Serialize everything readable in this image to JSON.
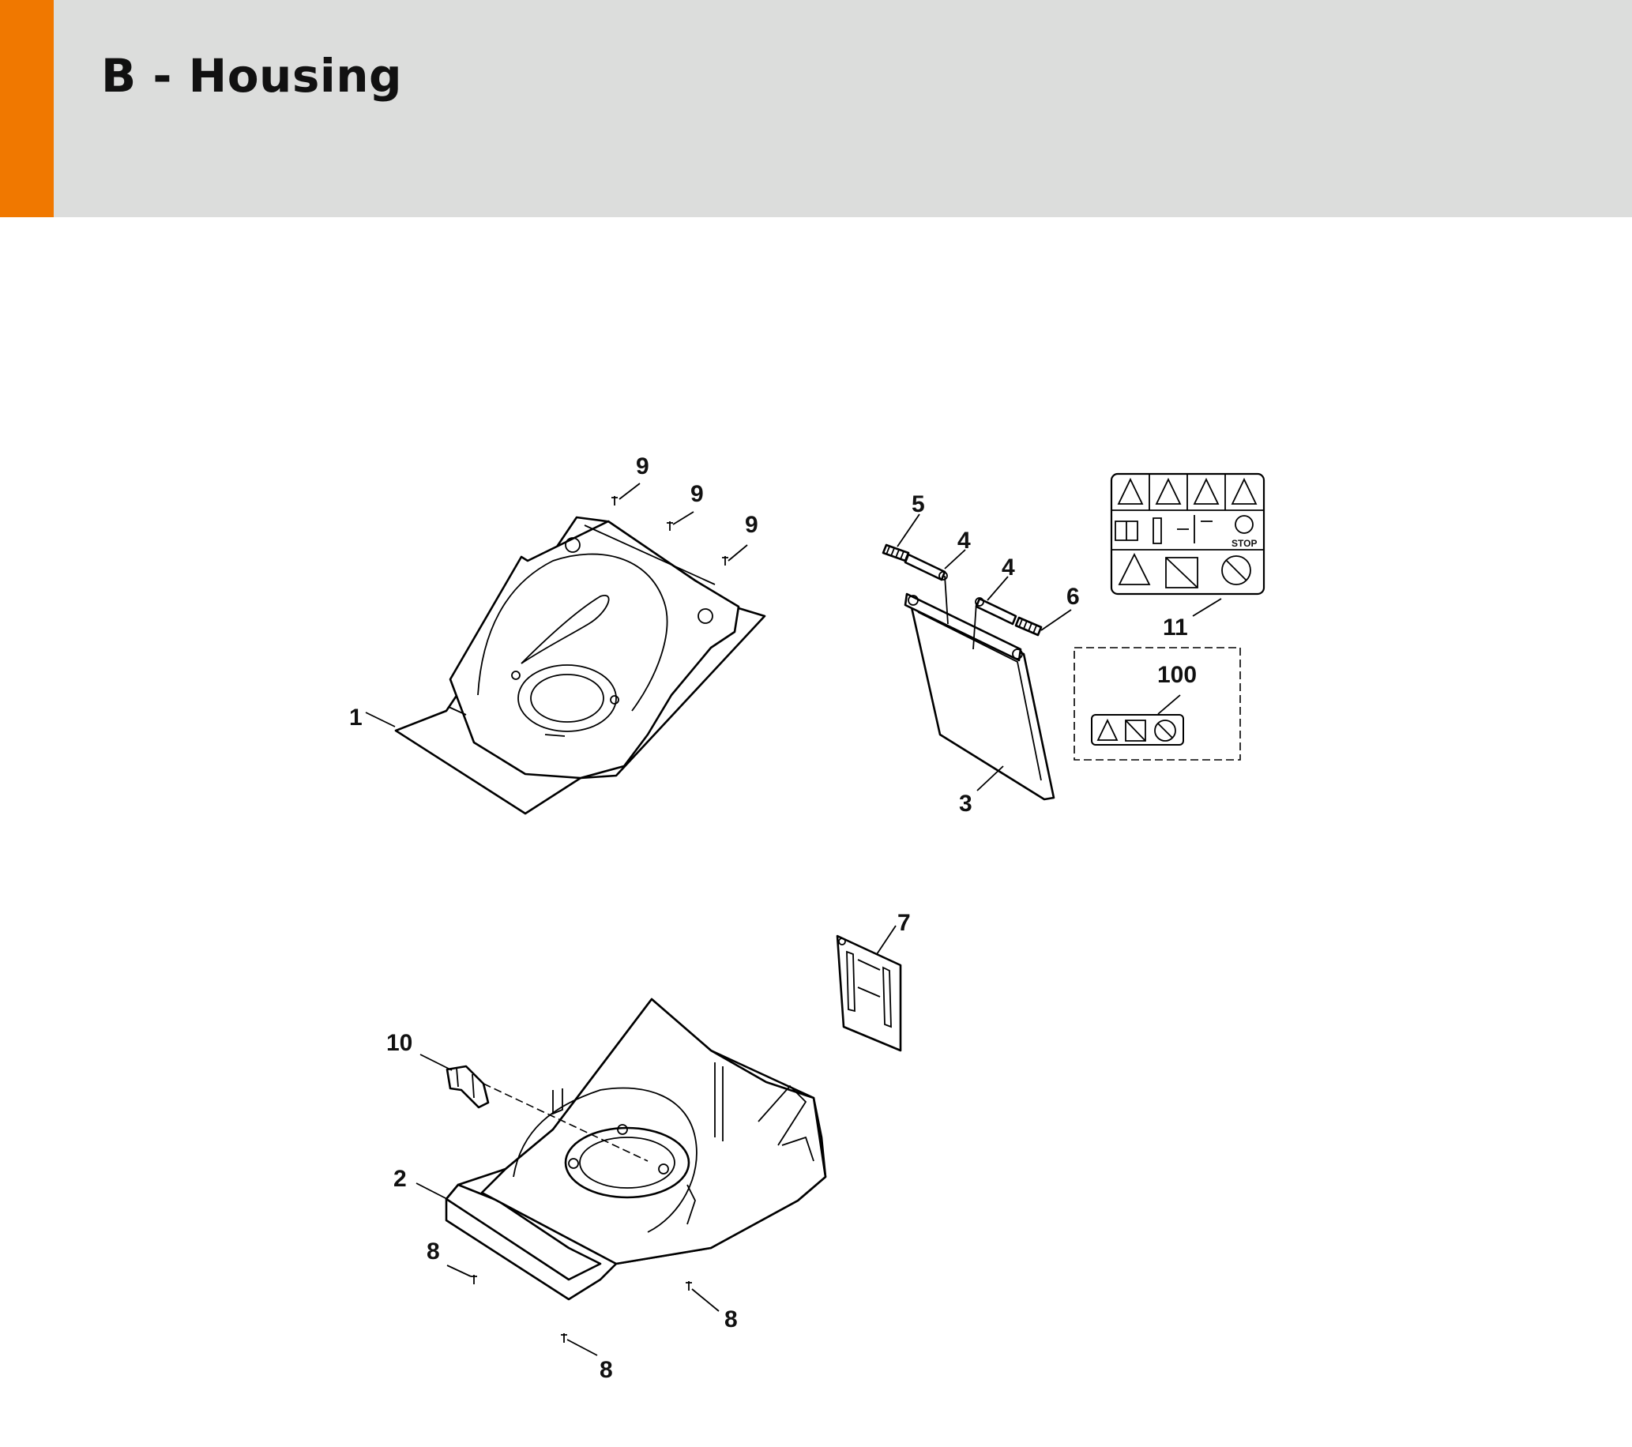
{
  "header": {
    "title": "B - Housing",
    "accent_color": "#f07800",
    "background_color": "#dcdddc"
  },
  "callouts": {
    "c1": "1",
    "c2": "2",
    "c3": "3",
    "c4a": "4",
    "c4b": "4",
    "c5": "5",
    "c6": "6",
    "c7": "7",
    "c8a": "8",
    "c8b": "8",
    "c8c": "8",
    "c9a": "9",
    "c9b": "9",
    "c9c": "9",
    "c10": "10",
    "c11": "11",
    "c100": "100"
  },
  "safety_label": {
    "stop_text": "STOP"
  }
}
